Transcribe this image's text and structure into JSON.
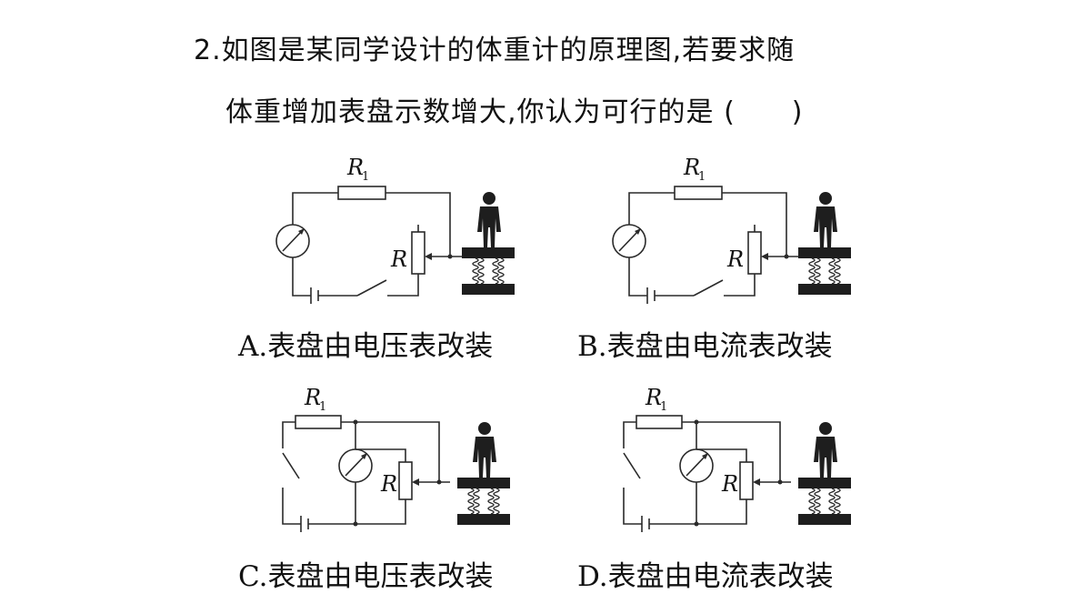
{
  "question": {
    "line1": "2.如图是某同学设计的体重计的原理图,若要求随",
    "line2": "体重增加表盘示数增大,你认为可行的是 (　　)"
  },
  "options": [
    {
      "letter": "A.",
      "text": "表盘由电压表改装"
    },
    {
      "letter": "B.",
      "text": "表盘由电流表改装"
    },
    {
      "letter": "C.",
      "text": "表盘由电压表改装"
    },
    {
      "letter": "D.",
      "text": "表盘由电流表改装"
    }
  ],
  "labels": {
    "r1": "R",
    "r1_sub": "1",
    "r": "R"
  },
  "colors": {
    "ink": "#111111",
    "platform": "#1e1e1e"
  }
}
